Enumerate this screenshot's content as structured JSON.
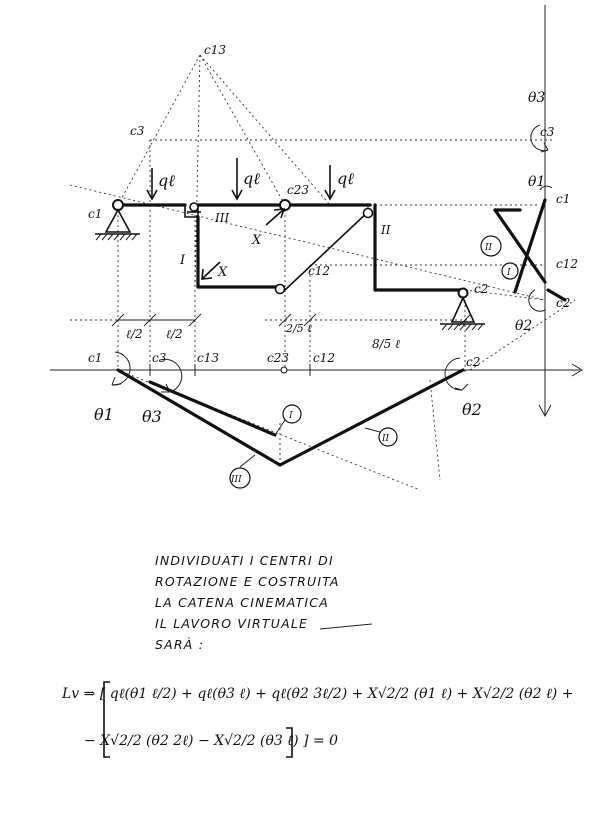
{
  "labels": {
    "c13_top": "c13",
    "c3_left": "c3",
    "c1_left": "c1",
    "c23_top": "c23",
    "c12_mid": "c12",
    "c2_right": "c2",
    "c3_right": "c3",
    "c1_right": "c1",
    "c12_right": "c12",
    "c2_right_b": "c2",
    "theta3_top": "θ3",
    "theta1_right": "θ1",
    "theta2_right": "θ2",
    "load1": "qℓ",
    "load2": "qℓ",
    "load3": "qℓ",
    "beam_I": "I",
    "beam_II": "II",
    "beam_III": "III",
    "X_top": "X",
    "X_bottom": "X",
    "circ_II": "II",
    "circ_I": "I",
    "dim1": "ℓ/2",
    "dim2": "ℓ/2",
    "dim3": "2/5 ℓ",
    "dim4": "8/5 ℓ",
    "ax_c1": "c1",
    "ax_c3": "c3",
    "ax_c13": "c13",
    "ax_c23": "c23",
    "ax_c12": "c12",
    "ax_c2": "c2",
    "theta1_low": "θ1",
    "theta3_low": "θ3",
    "theta2_low": "θ2",
    "chain_I": "I",
    "chain_II": "II",
    "chain_III": "III"
  },
  "note": {
    "line1": "INDIVIDUATI I CENTRI DI",
    "line2": "ROTAZIONE E COSTRUITA",
    "line3": "LA CATENA CINEMATICA",
    "line4": "IL LAVORO VIRTUALE",
    "line5": "SARÀ :"
  },
  "equation": {
    "line1": "Lv ⇒ [ qℓ(θ1 ℓ/2) + qℓ(θ3 ℓ) + qℓ(θ2 3ℓ/2) + X√2/2 (θ1 ℓ) + X√2/2 (θ2 ℓ) +",
    "line2": "− X√2/2 (θ2 2ℓ) − X√2/2 (θ3 ℓ) ] = 0"
  }
}
